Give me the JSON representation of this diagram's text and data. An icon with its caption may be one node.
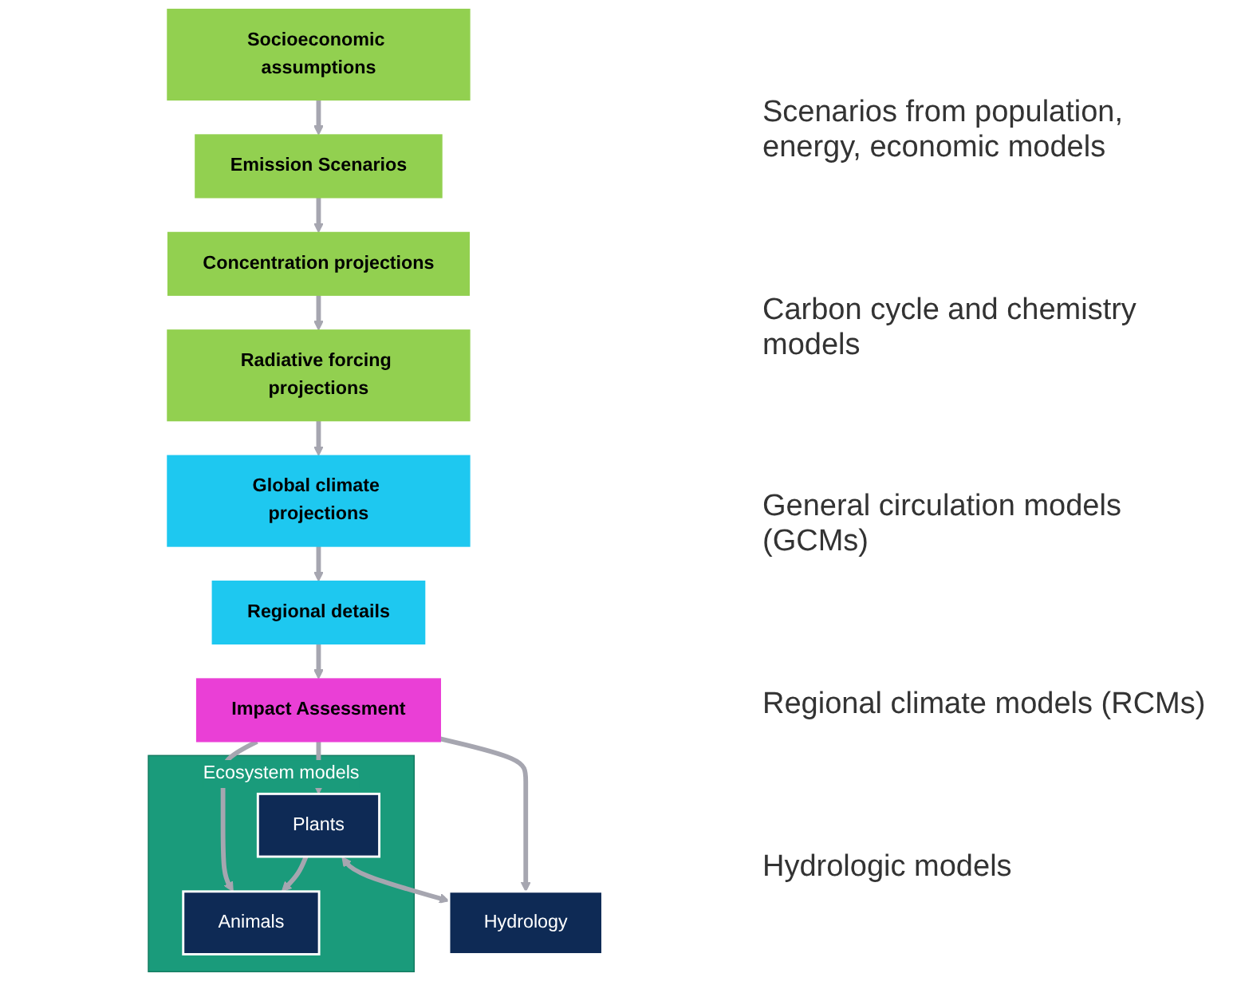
{
  "diagram": {
    "nodes": [
      {
        "text": [
          "Socioeconomic assumptions"
        ]
      },
      {
        "text": [
          "Emission Scenarios"
        ]
      },
      {
        "text": [
          "Concentration projections"
        ]
      },
      {
        "text": [
          "Radiative forcing projections"
        ]
      },
      {
        "text": [
          "Global climate projections"
        ]
      },
      {
        "text": [
          "Regional details"
        ]
      },
      {
        "text": [
          "Impact Assessment"
        ]
      },
      {
        "text": [
          "Ecosystem models"
        ]
      },
      {
        "text": [
          "Animals"
        ],
        "in": 7
      },
      {
        "text": [
          "Plants"
        ],
        "in": 7
      },
      {
        "text": [
          "Hydrology"
        ]
      }
    ],
    "edges": [
      {
        "from": 0,
        "to": 1,
        "arrow": "to"
      },
      {
        "from": 1,
        "to": 2,
        "arrow": "to"
      },
      {
        "from": 2,
        "to": 3,
        "arrow": "to"
      },
      {
        "from": 3,
        "to": 4,
        "arrow": "to"
      },
      {
        "from": 4,
        "to": 5,
        "arrow": "to"
      },
      {
        "from": 5,
        "to": 6,
        "arrow": "to"
      },
      {
        "from": 6,
        "to": 8,
        "arrow": "to"
      },
      {
        "from": 6,
        "to": 9,
        "arrow": "to"
      },
      {
        "from": 6,
        "to": 10,
        "arrow": "to"
      },
      {
        "from": 9,
        "to": 8,
        "arrow": "to"
      },
      {
        "from": 9,
        "to": 10,
        "arrow": "both"
      }
    ],
    "labels": [
      "Scenarios from population, energy, economic models",
      "Carbon cycle and chemistry models",
      "General circulation models (GCMs)",
      "Regional climate models (RCMs)",
      "Hydrologic models"
    ]
  }
}
